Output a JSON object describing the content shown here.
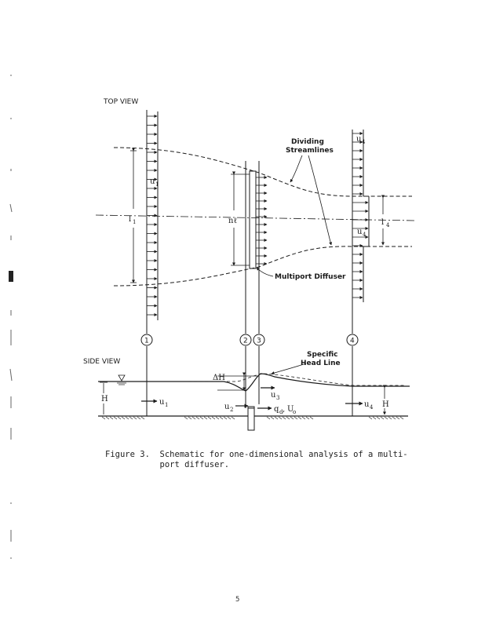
{
  "figure": {
    "top_view_label": "TOP VIEW",
    "side_view_label": "SIDE VIEW",
    "dividing_streamlines_label": [
      "Dividing",
      "Streamlines"
    ],
    "multiport_diffuser_label": "Multiport Diffuser",
    "specific_head_line_label": [
      "Specific",
      "Head Line"
    ],
    "stations": [
      "1",
      "2",
      "3",
      "4"
    ],
    "symbols": {
      "u1": "u",
      "u1_sub": "1",
      "l1": "l",
      "l1_sub": "1",
      "nl": "nℓ",
      "u4": "u",
      "u4_sub": "4",
      "l4": "l",
      "l4_sub": "4",
      "delta_h": "ΔH",
      "H": "H",
      "u2": "u",
      "u2_sub": "2",
      "u3": "u",
      "u3_sub": "3",
      "qd": "q",
      "qd_sub": "d",
      "U0": "U",
      "U0_sub": "o"
    }
  },
  "caption": {
    "line1": "Figure 3.  Schematic for one-dimensional analysis of a multi-",
    "line2": "           port diffuser."
  },
  "page_number": "5"
}
